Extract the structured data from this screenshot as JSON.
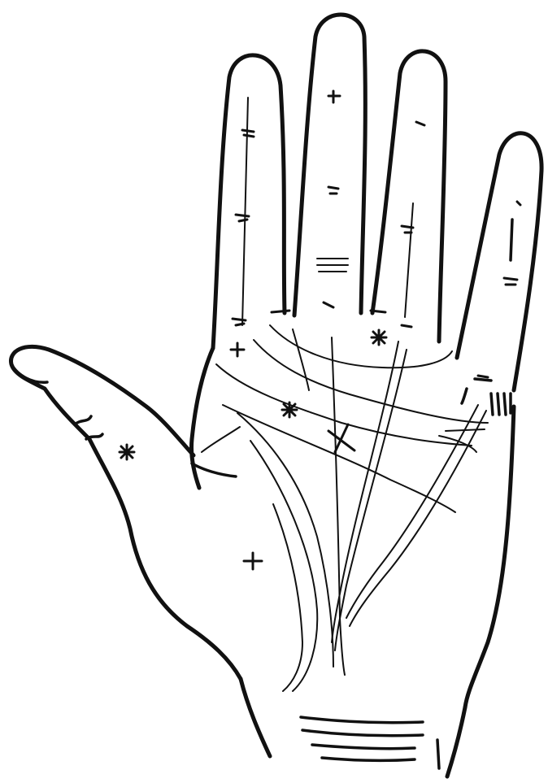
{
  "figure": {
    "ink_color": "#111111",
    "background": "#ffffff",
    "marks": {
      "star_symbol": "asterisk",
      "cross_symbol": "cross",
      "plus_symbol": "plus",
      "dash_symbol": "dash"
    }
  }
}
